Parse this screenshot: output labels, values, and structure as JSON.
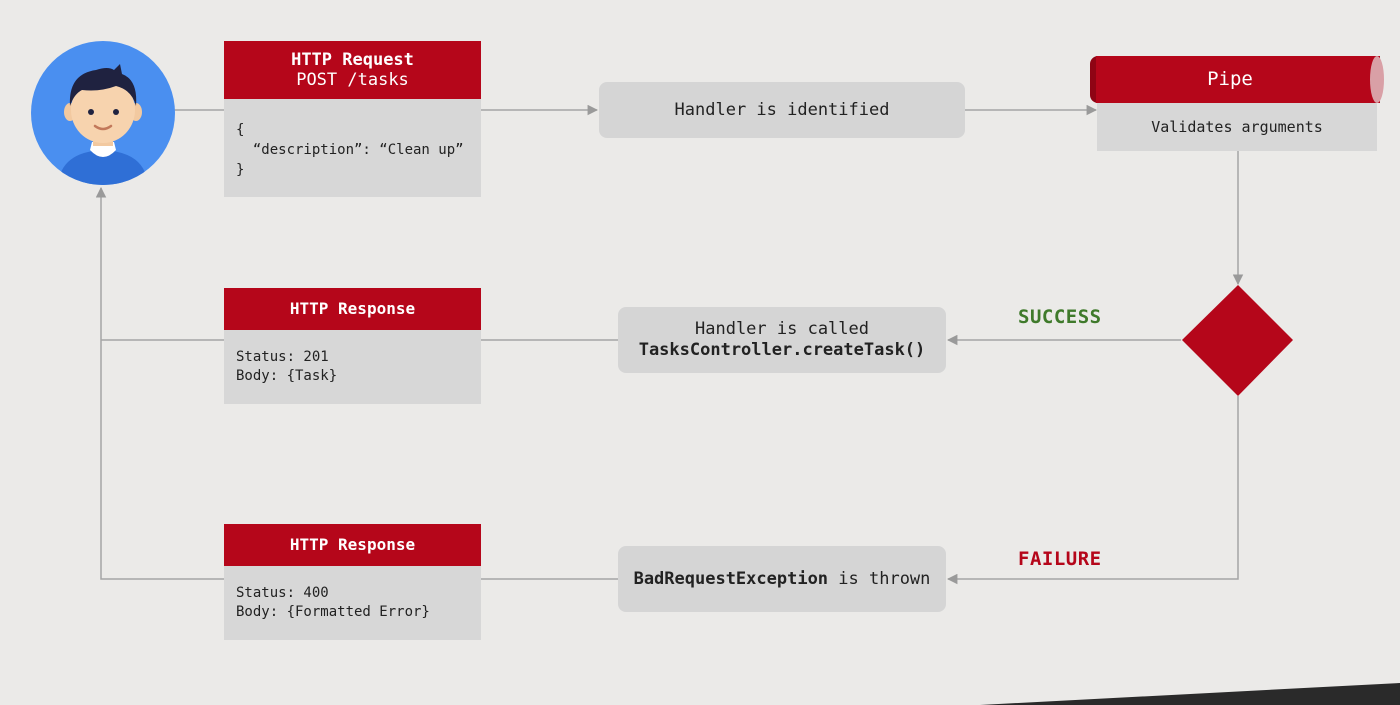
{
  "request": {
    "title": "HTTP Request",
    "subtitle": "POST /tasks",
    "body": "{\n  “description”: “Clean up”\n}"
  },
  "handler_identified": {
    "text": "Handler is identified"
  },
  "pipe": {
    "title": "Pipe",
    "subtitle": "Validates arguments"
  },
  "response_success": {
    "title": "HTTP Response",
    "body": "Status: 201\nBody: {Task}"
  },
  "handler_called": {
    "line1": "Handler is called",
    "line2": "TasksController.createTask()"
  },
  "success_label": "SUCCESS",
  "response_failure": {
    "title": "HTTP Response",
    "body": "Status: 400\nBody: {Formatted Error}"
  },
  "exception": {
    "bold": "BadRequestException",
    "rest": " is thrown"
  },
  "failure_label": "FAILURE",
  "colors": {
    "accent": "#b5061a",
    "success": "#3f7a2b",
    "failure": "#b5061a",
    "box": "#d5d5d5",
    "background": "#ebeae8"
  }
}
